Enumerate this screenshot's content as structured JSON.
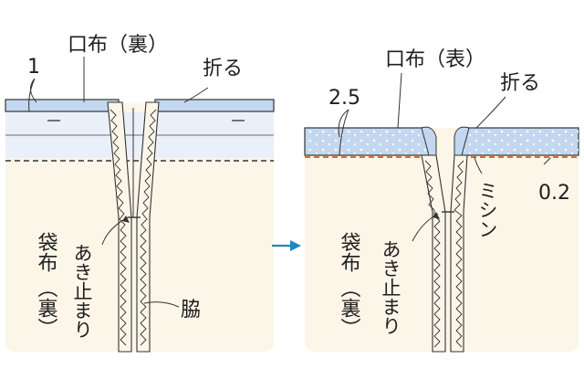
{
  "left_panel": {
    "label_kuchinuno": "口布（裏）",
    "label_oru": "折る",
    "label_margin": "1",
    "label_fukuro_1": "袋布",
    "label_fukuro_2": "（裏）",
    "label_akidomari": "あき止まり",
    "label_waki": "脇"
  },
  "right_panel": {
    "label_kuchinuno": "口布（表）",
    "label_oru": "折る",
    "label_margin": "2.5",
    "label_fukuro_1": "袋布",
    "label_fukuro_2": "（裏）",
    "label_akidomari": "あき止まり",
    "label_mishin": "ミシン",
    "label_stitch_offset": "0.2"
  },
  "arrow": {
    "icon": "arrow-right-icon",
    "color": "#1f86c6"
  },
  "colors": {
    "fabric": "#fbf6e8",
    "facing_light": "#e9f0fa",
    "facing_blue": "#c3d8f0",
    "stitch_orange": "#d9702d",
    "outline": "#333333"
  }
}
